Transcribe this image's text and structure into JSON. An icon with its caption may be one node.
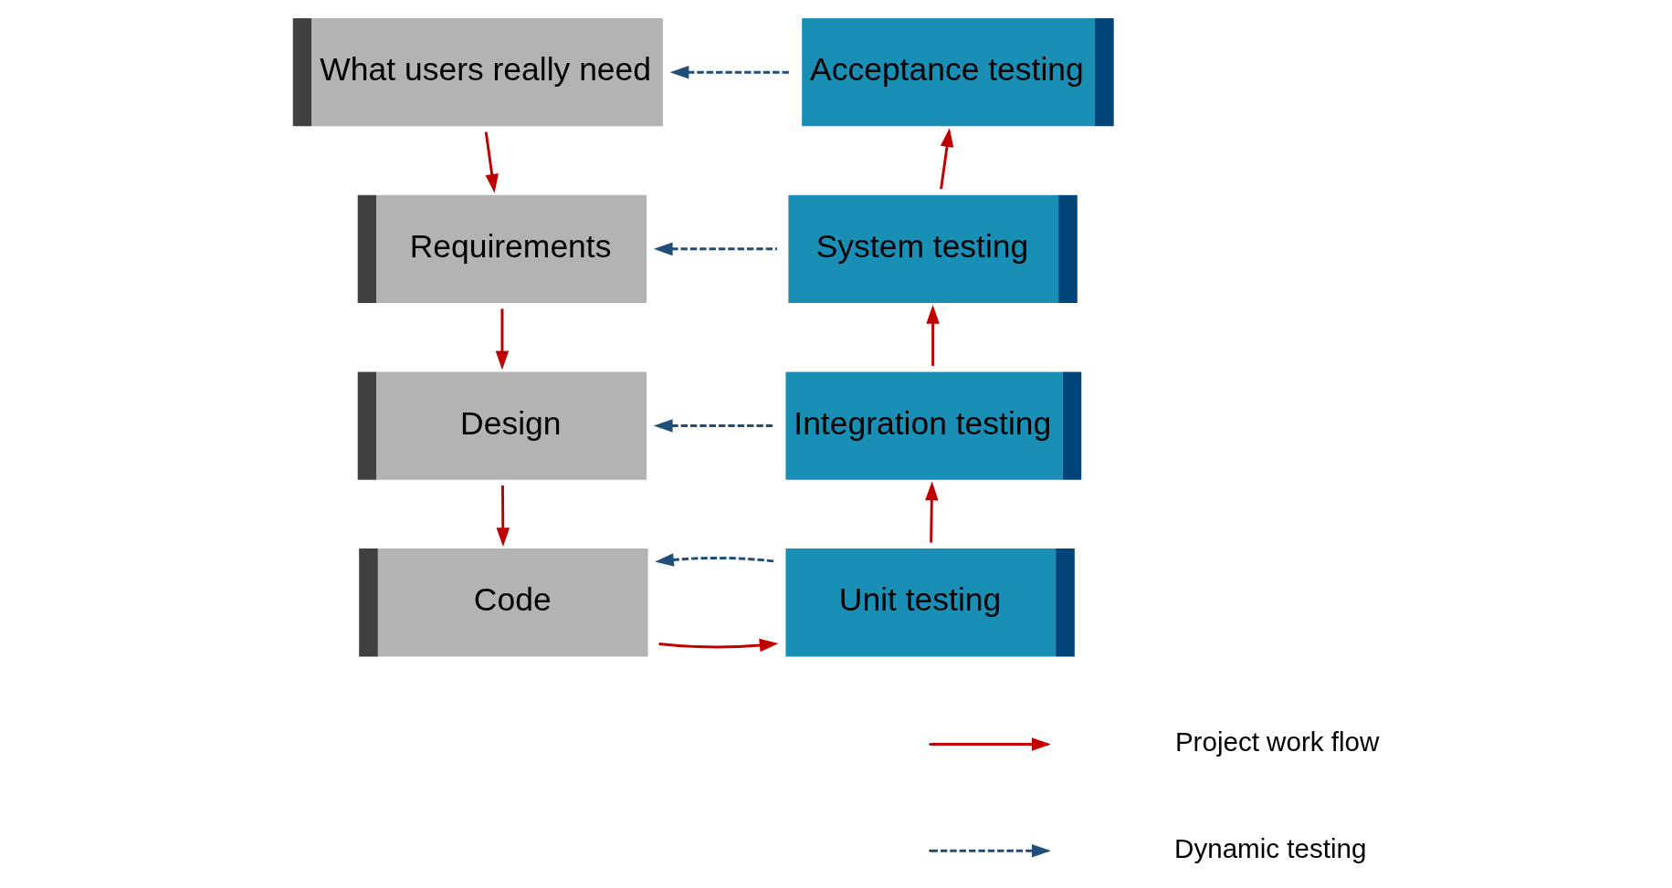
{
  "diagram": {
    "nodes": [
      {
        "text": [
          "What users really need"
        ]
      },
      {
        "text": [
          "Requirements"
        ]
      },
      {
        "text": [
          "Design"
        ]
      },
      {
        "text": [
          "Code"
        ]
      },
      {
        "text": [
          "Acceptance testing"
        ]
      },
      {
        "text": [
          "System testing"
        ]
      },
      {
        "text": [
          "Integration testing"
        ]
      },
      {
        "text": [
          "Unit testing"
        ]
      }
    ],
    "edges": [
      {
        "from": 0,
        "to": 1,
        "arrow": "to"
      },
      {
        "from": 1,
        "to": 2,
        "arrow": "to"
      },
      {
        "from": 2,
        "to": 3,
        "arrow": "to"
      },
      {
        "from": 3,
        "to": 7,
        "arrow": "to"
      },
      {
        "from": 7,
        "to": 6,
        "arrow": "to"
      },
      {
        "from": 6,
        "to": 5,
        "arrow": "to"
      },
      {
        "from": 5,
        "to": 4,
        "arrow": "to"
      },
      {
        "from": 4,
        "to": 0,
        "arrow": "to",
        "style": "dashed",
        "color": "#1f4e79"
      },
      {
        "from": 5,
        "to": 1,
        "arrow": "to",
        "style": "dashed",
        "color": "#1f4e79"
      },
      {
        "from": 6,
        "to": 2,
        "arrow": "to",
        "style": "dashed",
        "color": "#1f4e79"
      },
      {
        "from": 7,
        "to": 3,
        "arrow": "to",
        "style": "dashed",
        "color": "#1f4e79"
      }
    ],
    "legend": [
      {
        "text": "Project work flow"
      },
      {
        "text": "Dynamic testing"
      }
    ]
  }
}
